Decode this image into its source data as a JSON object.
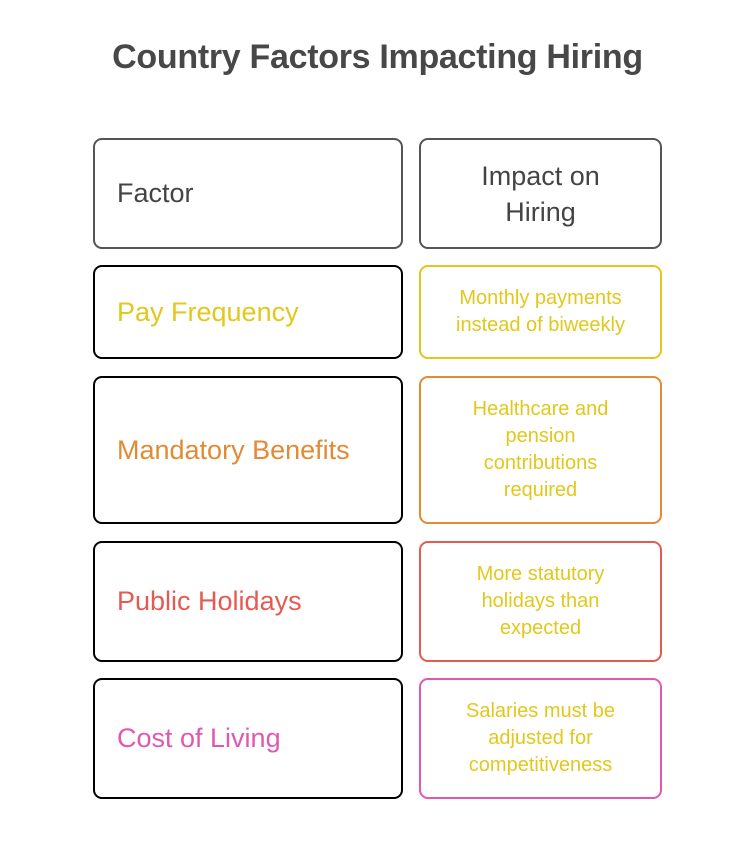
{
  "title": "Country Factors Impacting Hiring",
  "header": {
    "factor": "Factor",
    "impact": "Impact on Hiring"
  },
  "rows": [
    {
      "factor": "Pay Frequency",
      "impact": "Monthly payments instead of biweekly",
      "color": "#e2c81c"
    },
    {
      "factor": "Mandatory Benefits",
      "impact": "Healthcare and pension contributions required",
      "color": "#e28a34"
    },
    {
      "factor": "Public Holidays",
      "impact": "More statutory holidays than expected",
      "color": "#e55a52"
    },
    {
      "factor": "Cost of Living",
      "impact": "Salaries must be adjusted for competitiveness",
      "color": "#e058b0"
    }
  ],
  "impact_text_color": "#e2c81c"
}
